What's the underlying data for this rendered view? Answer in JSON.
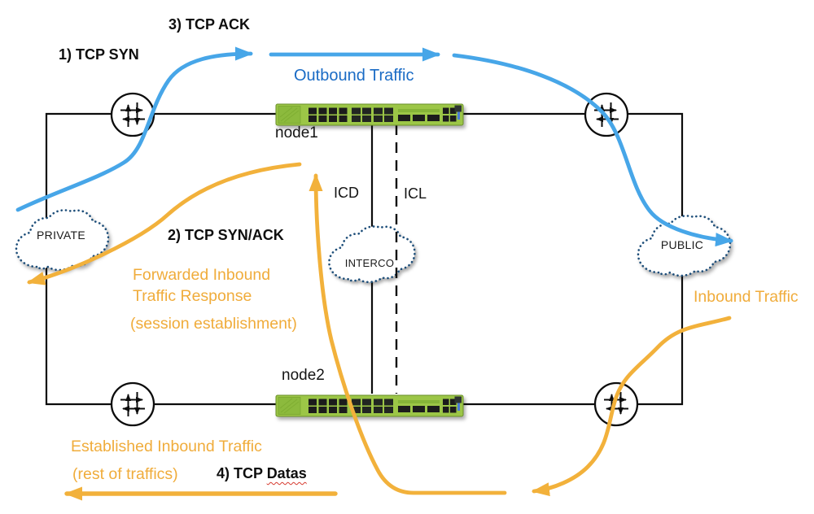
{
  "title": "Dual-node TCP session establishment traffic flow diagram",
  "labels": {
    "step1": "1) TCP SYN",
    "step2": "2) TCP SYN/ACK",
    "step3": "3) TCP ACK",
    "step4_prefix": "4) TCP ",
    "step4_word": "Datas",
    "outbound": "Outbound Traffic",
    "inbound": "Inbound Traffic",
    "forwarded_line1": "Forwarded Inbound",
    "forwarded_line2": "Traffic Response",
    "session": "(session establishment)",
    "established": "Established Inbound Traffic",
    "rest": "(rest of traffics)"
  },
  "nodes": {
    "node1": "node1",
    "node2": "node2"
  },
  "links": {
    "icd": "ICD",
    "icl": "ICL"
  },
  "clouds": {
    "private": "PRIVATE",
    "interco": "INTERCO",
    "public": "PUBLIC"
  },
  "colors": {
    "blue_arrow": "#47A6E8",
    "blue_text": "#1A6BC5",
    "yellow": "#F2B13B",
    "yellow_text": "#F0AC3B",
    "cloud_border": "#1E4E79",
    "line_black": "#0c0c0c",
    "switch_green": "#9CC646",
    "misspell_red": "#d63a2f"
  }
}
